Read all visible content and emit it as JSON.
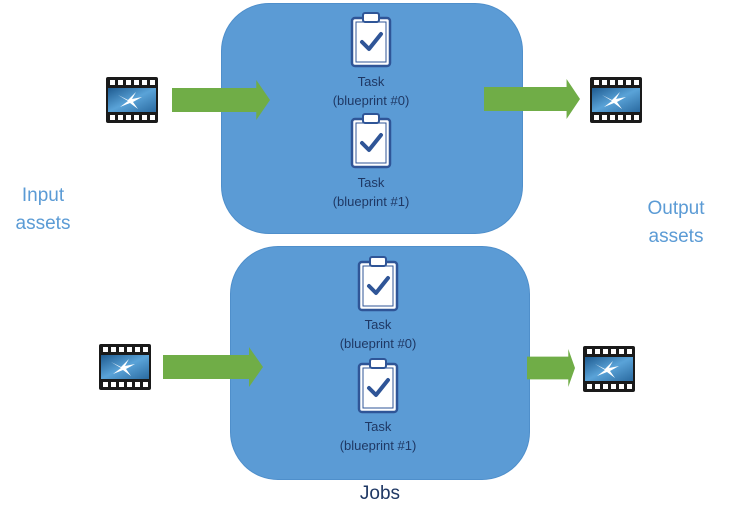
{
  "labels": {
    "input_line1": "Input",
    "input_line2": "assets",
    "output_line1": "Output",
    "output_line2": "assets",
    "jobs": "Jobs"
  },
  "jobs": [
    {
      "tasks": [
        {
          "title": "Task",
          "blueprint": "(blueprint #0)"
        },
        {
          "title": "Task",
          "blueprint": "(blueprint #1)"
        }
      ]
    },
    {
      "tasks": [
        {
          "title": "Task",
          "blueprint": "(blueprint #0)"
        },
        {
          "title": "Task",
          "blueprint": "(blueprint #1)"
        }
      ]
    }
  ],
  "icons": {
    "asset": "film-strip-icon",
    "task": "clipboard-check-icon",
    "flow": "arrow-right-icon"
  },
  "colors": {
    "job_box": "#5b9bd5",
    "arrow": "#70ad47",
    "label_blue": "#5b9bd5",
    "dark_text": "#1f3864"
  }
}
